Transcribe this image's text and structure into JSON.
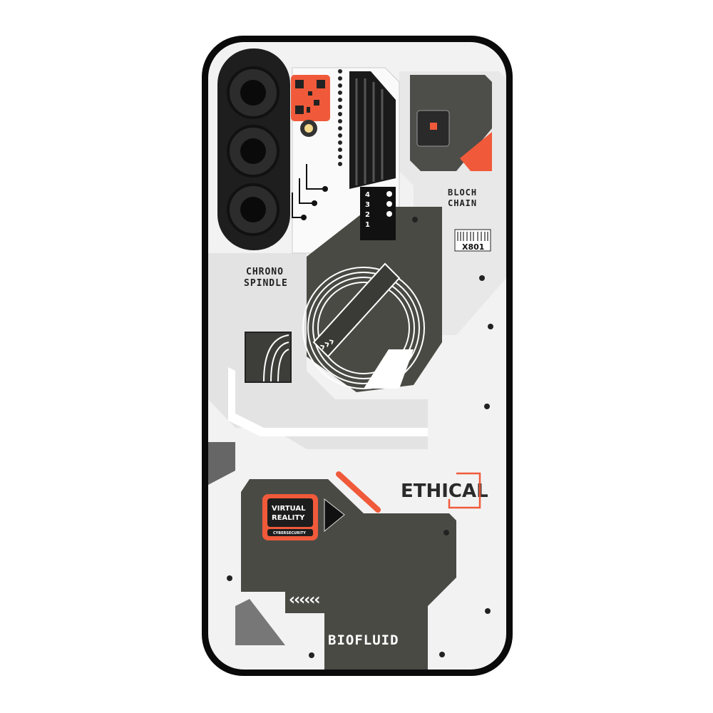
{
  "product": {
    "labels": {
      "chrono_line1": "CHRONO",
      "chrono_line2": "SPINDLE",
      "bloch_line1": "BLOCH",
      "bloch_line2": "CHAIN",
      "barcode_code": "X801",
      "ethical": "ETHICAL",
      "vr_line1": "VIRTUAL",
      "vr_line2": "REALITY",
      "vr_sub": "CYBERSECURITY",
      "biofluid": "BIOFLUID",
      "scale": [
        "4",
        "3",
        "2",
        "1"
      ]
    },
    "colors": {
      "accent": "#f05a3a",
      "dark_panel": "#4a4a45",
      "light_panel": "#e6e6e6",
      "case_frame": "#0a0a0a"
    }
  }
}
